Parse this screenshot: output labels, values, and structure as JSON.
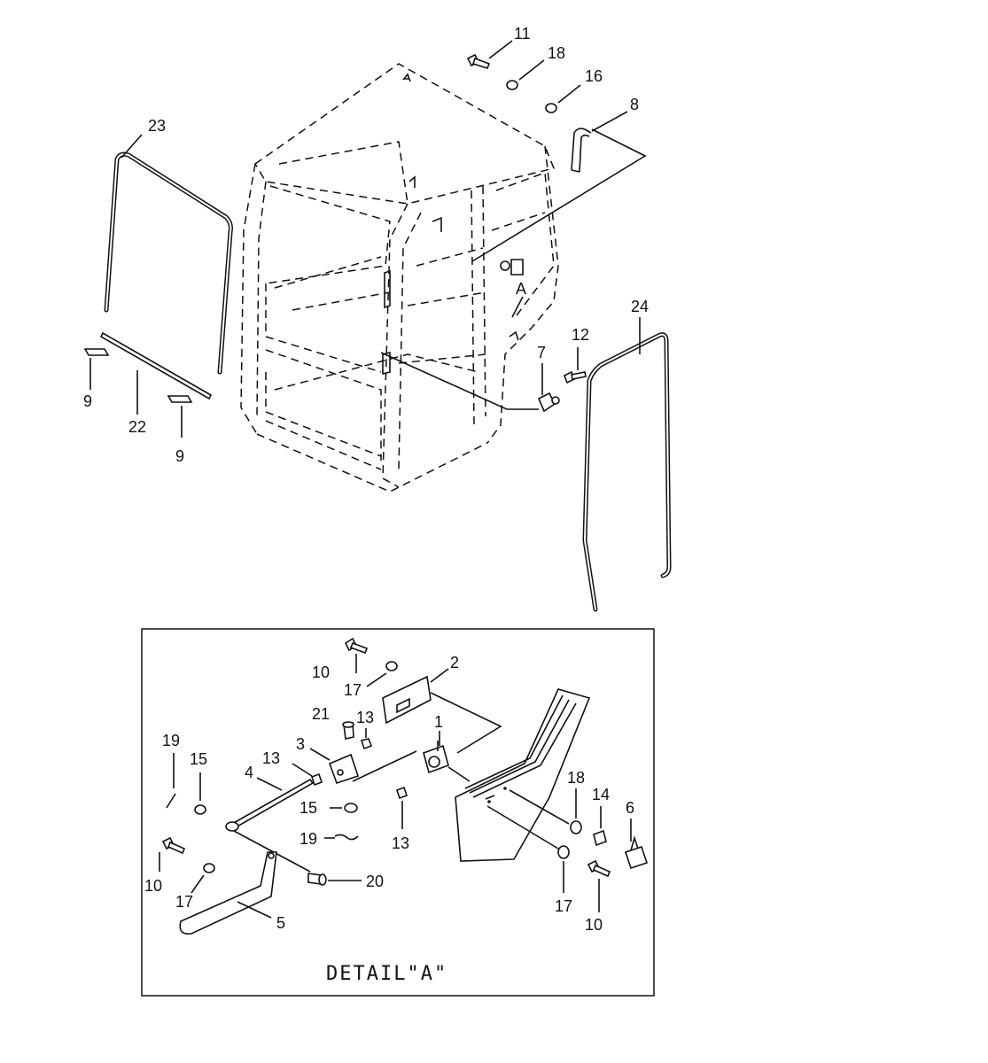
{
  "callouts": {
    "p1": "1",
    "p2": "2",
    "p3": "3",
    "p4": "4",
    "p5": "5",
    "p6": "6",
    "p7": "7",
    "p8": "8",
    "p9a": "9",
    "p9b": "9",
    "p10a": "10",
    "p10b": "10",
    "p10c": "10",
    "p11": "11",
    "p12": "12",
    "p13a": "13",
    "p13b": "13",
    "p13c": "13",
    "p14": "14",
    "p15a": "15",
    "p15b": "15",
    "p16": "16",
    "p17a": "17",
    "p17b": "17",
    "p17c": "17",
    "p18a": "18",
    "p18b": "18",
    "p19a": "19",
    "p19b": "19",
    "p20": "20",
    "p21": "21",
    "p22": "22",
    "p23": "23",
    "p24": "24"
  },
  "detail_marker": "A",
  "detail_title": "DETAIL\"A\""
}
